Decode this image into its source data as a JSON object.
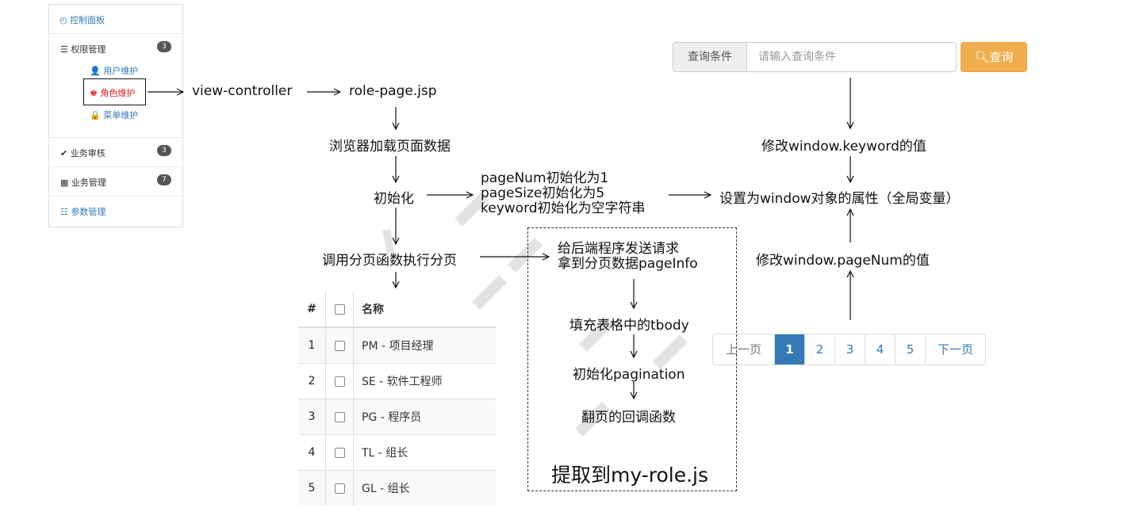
{
  "sidebar": {
    "dashboard": "控制面板",
    "permission_mgmt": "权限管理",
    "permission_badge": "3",
    "user_maint": "用户维护",
    "role_maint": "角色维护",
    "menu_maint": "菜单维护",
    "business_audit": "业务审核",
    "audit_badge": "3",
    "business_mgmt": "业务管理",
    "business_badge": "7",
    "param_mgmt": "参数管理"
  },
  "flow": {
    "view_controller": "view-controller",
    "role_page": "role-page.jsp",
    "browser_load": "浏览器加载页面数据",
    "init": "初始化",
    "init_lines": [
      "pageNum初始化为1",
      "pageSize初始化为5",
      "keyword初始化为空字符串"
    ],
    "set_window": "设置为window对象的属性（全局变量）",
    "call_paging": "调用分页函数执行分页",
    "send_request_lines": [
      "给后端程序发送请求",
      "拿到分页数据pageInfo"
    ],
    "fill_tbody": "填充表格中的tbody",
    "init_pagination": "初始化pagination",
    "page_callback": "翻页的回调函数",
    "extract_label": "提取到my-role.js",
    "modify_keyword": "修改window.keyword的值",
    "modify_pagenum": "修改window.pageNum的值"
  },
  "search": {
    "addon": "查询条件",
    "placeholder": "请输入查询条件",
    "button": "查询"
  },
  "table": {
    "headers": [
      "#",
      "",
      "名称"
    ],
    "rows": [
      {
        "num": "1",
        "name": "PM - 项目经理"
      },
      {
        "num": "2",
        "name": "SE - 软件工程师"
      },
      {
        "num": "3",
        "name": "PG - 程序员"
      },
      {
        "num": "4",
        "name": "TL - 组长"
      },
      {
        "num": "5",
        "name": "GL - 组长"
      }
    ]
  },
  "pagination": {
    "prev": "上一页",
    "pages": [
      "1",
      "2",
      "3",
      "4",
      "5"
    ],
    "active": "1",
    "next": "下一页"
  },
  "colors": {
    "primary": "#337ab7",
    "warning": "#f0ad4e",
    "highlight_red": "#e02020"
  }
}
